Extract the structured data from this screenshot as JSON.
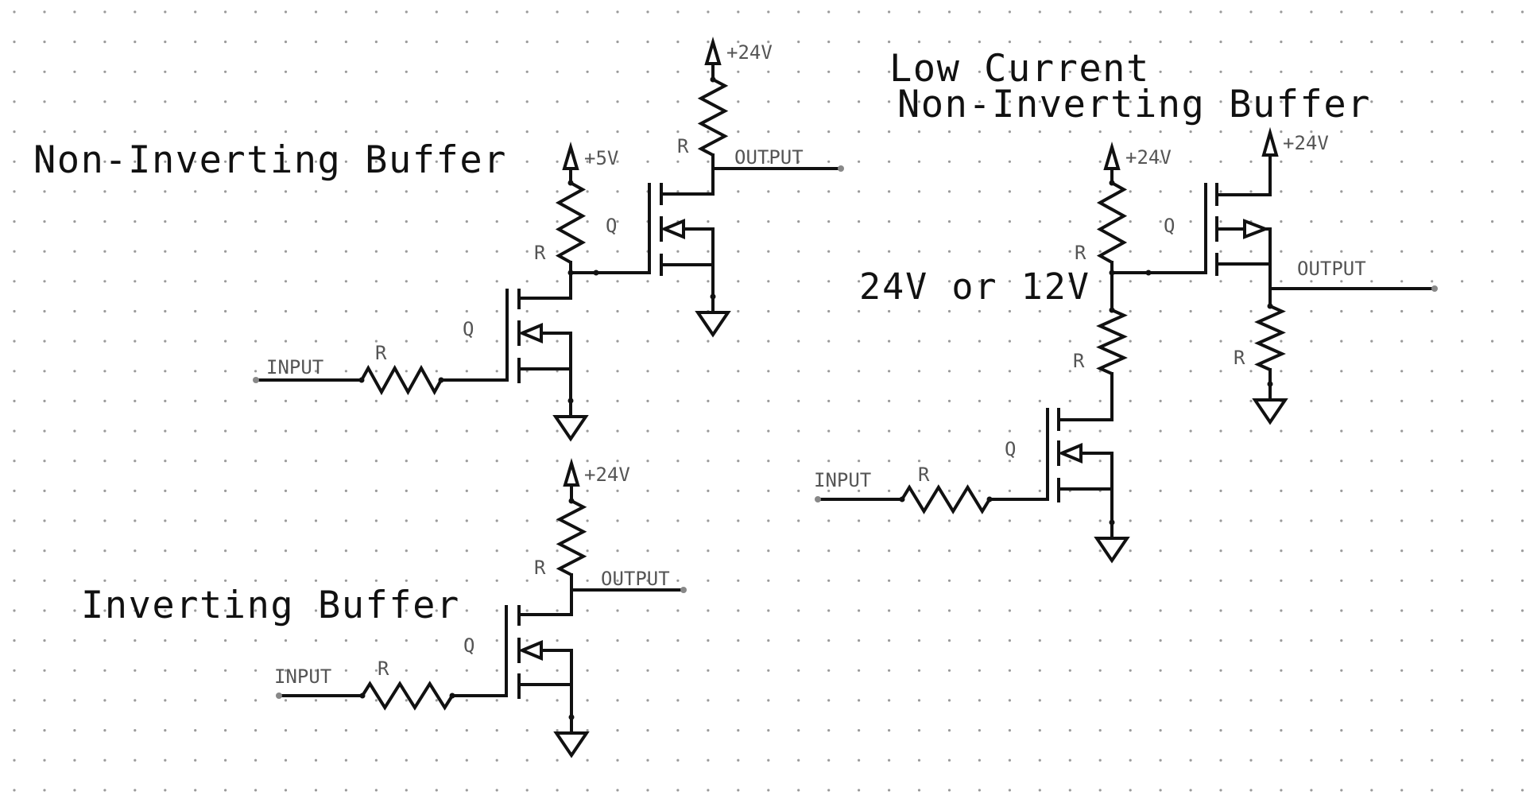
{
  "diagram": {
    "type": "schematic",
    "background": "#ffffff",
    "grid": "dot-grid",
    "colors": {
      "wire": "#111111",
      "label": "#555555",
      "title": "#111111",
      "grid_dot": "#9a9a9a"
    },
    "titles": {
      "non_inverting": "Non-Inverting Buffer",
      "inverting": "Inverting Buffer",
      "low_current_line1": "Low Current",
      "low_current_line2": "Non-Inverting Buffer"
    },
    "circuits": {
      "non_inverting": {
        "input_label": "INPUT",
        "output_label": "OUTPUT",
        "gate_resistor_label": "R",
        "pullup_resistor_label": "R",
        "output_resistor_label": "R",
        "q1_label": "Q",
        "q2_label": "Q",
        "supply_low": "+5V",
        "supply_high": "+24V"
      },
      "inverting": {
        "input_label": "INPUT",
        "output_label": "OUTPUT",
        "gate_resistor_label": "R",
        "pullup_resistor_label": "R",
        "q_label": "Q",
        "supply": "+24V"
      },
      "low_current": {
        "input_label": "INPUT",
        "output_label": "OUTPUT",
        "gate_resistor_label": "R",
        "divider_top_label": "R",
        "divider_bottom_label": "R",
        "load_resistor_label": "R",
        "q1_label": "Q",
        "q2_label": "Q",
        "supply_divider": "+24V",
        "supply_drain": "+24V",
        "node_annotation": "24V or 12V"
      }
    }
  }
}
